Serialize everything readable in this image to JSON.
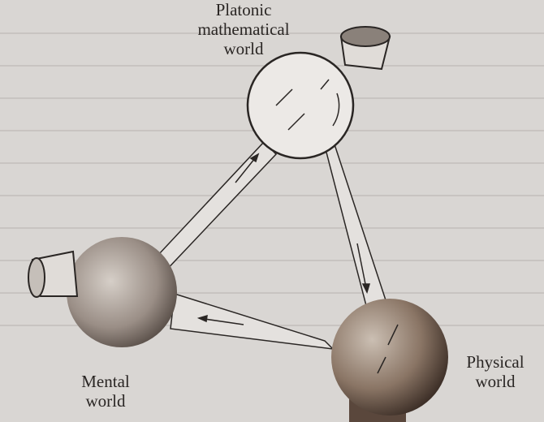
{
  "labels": {
    "platonic": [
      "Platonic",
      "mathematical",
      "world"
    ],
    "mental": [
      "Mental",
      "world"
    ],
    "physical": [
      "Physical",
      "world"
    ]
  },
  "colors": {
    "paper": "#d9d6d3",
    "ink": "#2a2624",
    "physical_sphere": "#8a7565",
    "mental_sphere": "#9a8e86"
  }
}
